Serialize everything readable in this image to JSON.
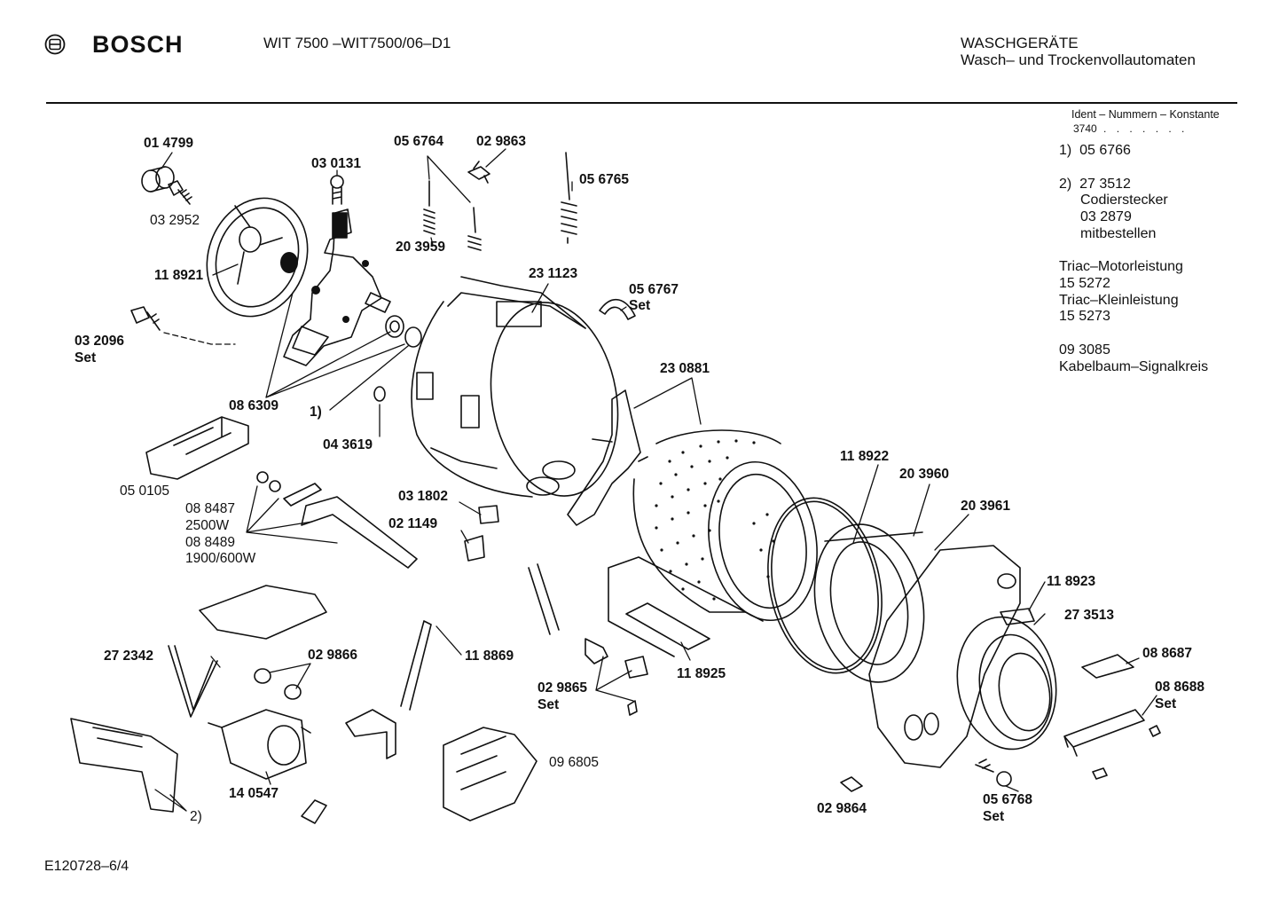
{
  "header": {
    "brand": "BOSCH",
    "model": "WIT 7500 –WIT7500/06–D1",
    "category": "WASCHGERÄTE",
    "subcategory": "Wasch– und Trockenvollautomaten"
  },
  "ident": {
    "title": "Ident – Nummern – Konstante",
    "code": "3740",
    "notes": [
      "1)  05 6766",
      "2)  27 3512",
      "Codierstecker",
      "03 2879",
      "mitbestellen",
      "Triac–Motorleistung",
      "15 5272",
      "Triac–Kleinleistung",
      "15 5273",
      "09 3085",
      "Kabelbaum–Signalkreis"
    ]
  },
  "parts": [
    "01 4799",
    "03 2952",
    "11 8921",
    "03 2096",
    "Set",
    "03 0131",
    "05 6764",
    "02 9863",
    "05 6765",
    "20 3959",
    "23 1123",
    "05 6767",
    "Set",
    "08 6309",
    "1)",
    "04 3619",
    "23 0881",
    "05 0105",
    "08 8487",
    "2500W",
    "08 8489",
    "1900/600W",
    "03 1802",
    "02 1149",
    "11 8922",
    "20 3960",
    "20 3961",
    "11 8923",
    "27 3513",
    "08 8687",
    "08 8688",
    "Set",
    "27 2342",
    "02 9866",
    "11 8869",
    "02 9865",
    "Set",
    "11 8925",
    "14 0547",
    "2)",
    "09 6805",
    "02 9864",
    "05 6768",
    "Set"
  ],
  "footer": {
    "code": "E120728–6/4"
  }
}
